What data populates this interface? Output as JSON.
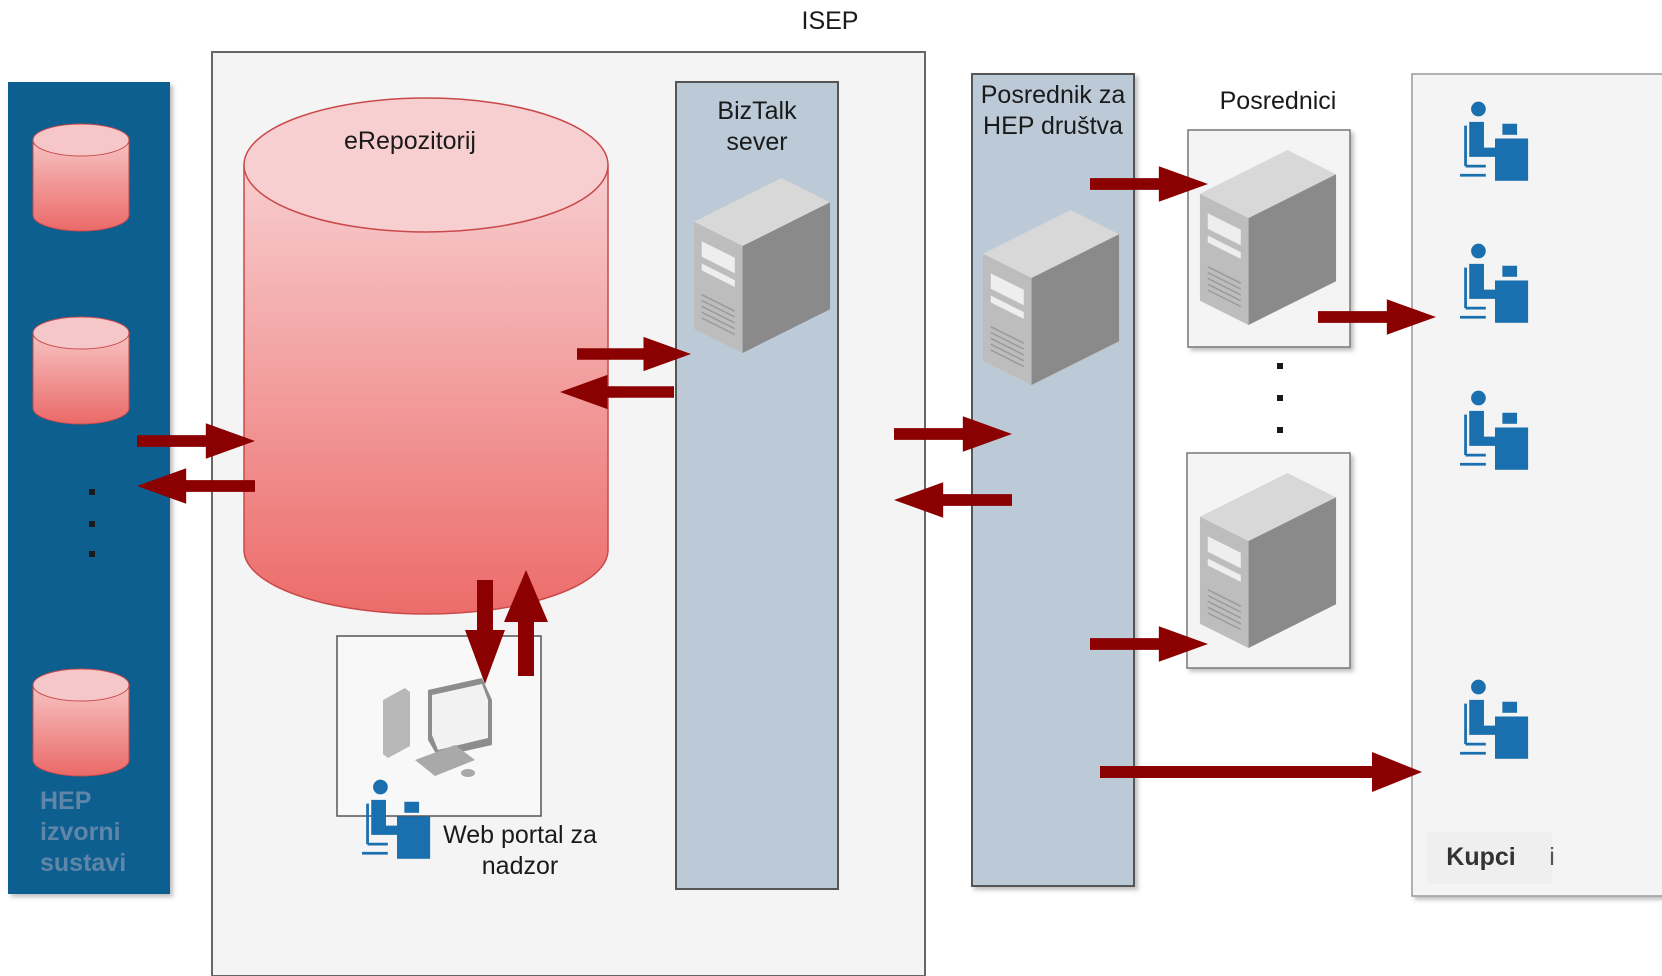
{
  "diagram": {
    "isep_label": "ISEP",
    "hep_sources_label": "HEP\nizvorni\nsustavi",
    "erepozitorij_label": "eRepozitorij",
    "biztalk_label": "BizTalk\nsever",
    "posrednik_hep_label": "Posrednik za\nHEP društva",
    "posrednici_label": "Posrednici",
    "web_portal_label": "Web portal za\nnadzor",
    "kupci_label": "Kupci",
    "kupci_extra": "i",
    "ellipsis": "· · ·"
  }
}
